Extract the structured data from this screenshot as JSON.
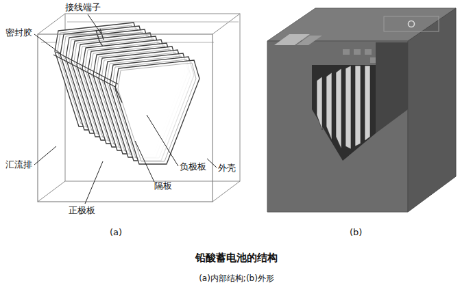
{
  "diagram": {
    "title": "铅酸蓄电池的结构",
    "caption": "(a)内部结构;(b)外形",
    "labels": [
      "接线端子",
      "密封胶",
      "汇流排",
      "正极板",
      "负极板",
      "隔板",
      "外壳",
      "(a)",
      "(b)"
    ]
  }
}
